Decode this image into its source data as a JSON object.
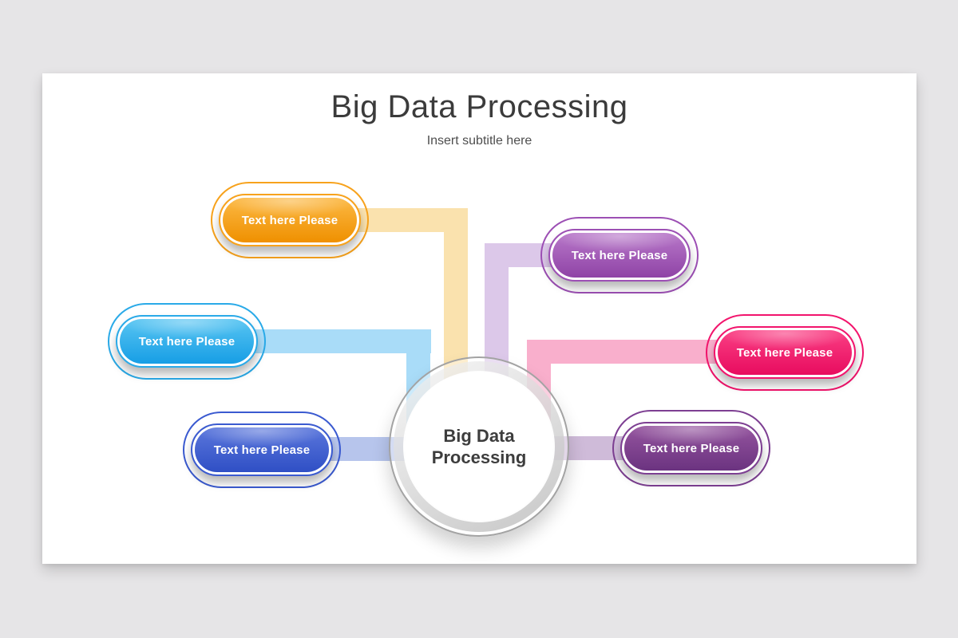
{
  "page": {
    "background_color": "#e6e5e7",
    "slide_color": "#ffffff"
  },
  "header": {
    "title": "Big Data Processing",
    "subtitle": "Insert subtitle here",
    "title_color": "#3b3b3b",
    "subtitle_color": "#4e4e4e"
  },
  "center_node": {
    "line1": "Big Data",
    "line2": "Processing",
    "text_color": "#3d3d3d",
    "ring_color": "#c2c2c2"
  },
  "nodes": [
    {
      "position": "top-left",
      "label": "Text here Please",
      "color": "#f7a21c",
      "fill_top": "#fcb945",
      "fill_bottom": "#ef9000",
      "connector_color": "#fae2ae"
    },
    {
      "position": "middle-left",
      "label": "Text here Please",
      "color": "#2aaae8",
      "fill_top": "#58c5f2",
      "fill_bottom": "#179ee5",
      "connector_color": "#a9dcf8"
    },
    {
      "position": "bottom-left",
      "label": "Text here Please",
      "color": "#3a5ad0",
      "fill_top": "#5b77dc",
      "fill_bottom": "#2f4fc5",
      "connector_color": "#b7c5ec"
    },
    {
      "position": "top-right",
      "label": "Text here Please",
      "color": "#9c4fb4",
      "fill_top": "#b878c9",
      "fill_bottom": "#8f43a6",
      "connector_color": "#dcc8e9"
    },
    {
      "position": "middle-right",
      "label": "Text here Please",
      "color": "#f2146c",
      "fill_top": "#fa3f84",
      "fill_bottom": "#e80c5f",
      "connector_color": "#f9afcc"
    },
    {
      "position": "bottom-right",
      "label": "Text here Please",
      "color": "#7d3f92",
      "fill_top": "#95559f",
      "fill_bottom": "#6b3380",
      "connector_color": "#cfbbd9"
    }
  ]
}
